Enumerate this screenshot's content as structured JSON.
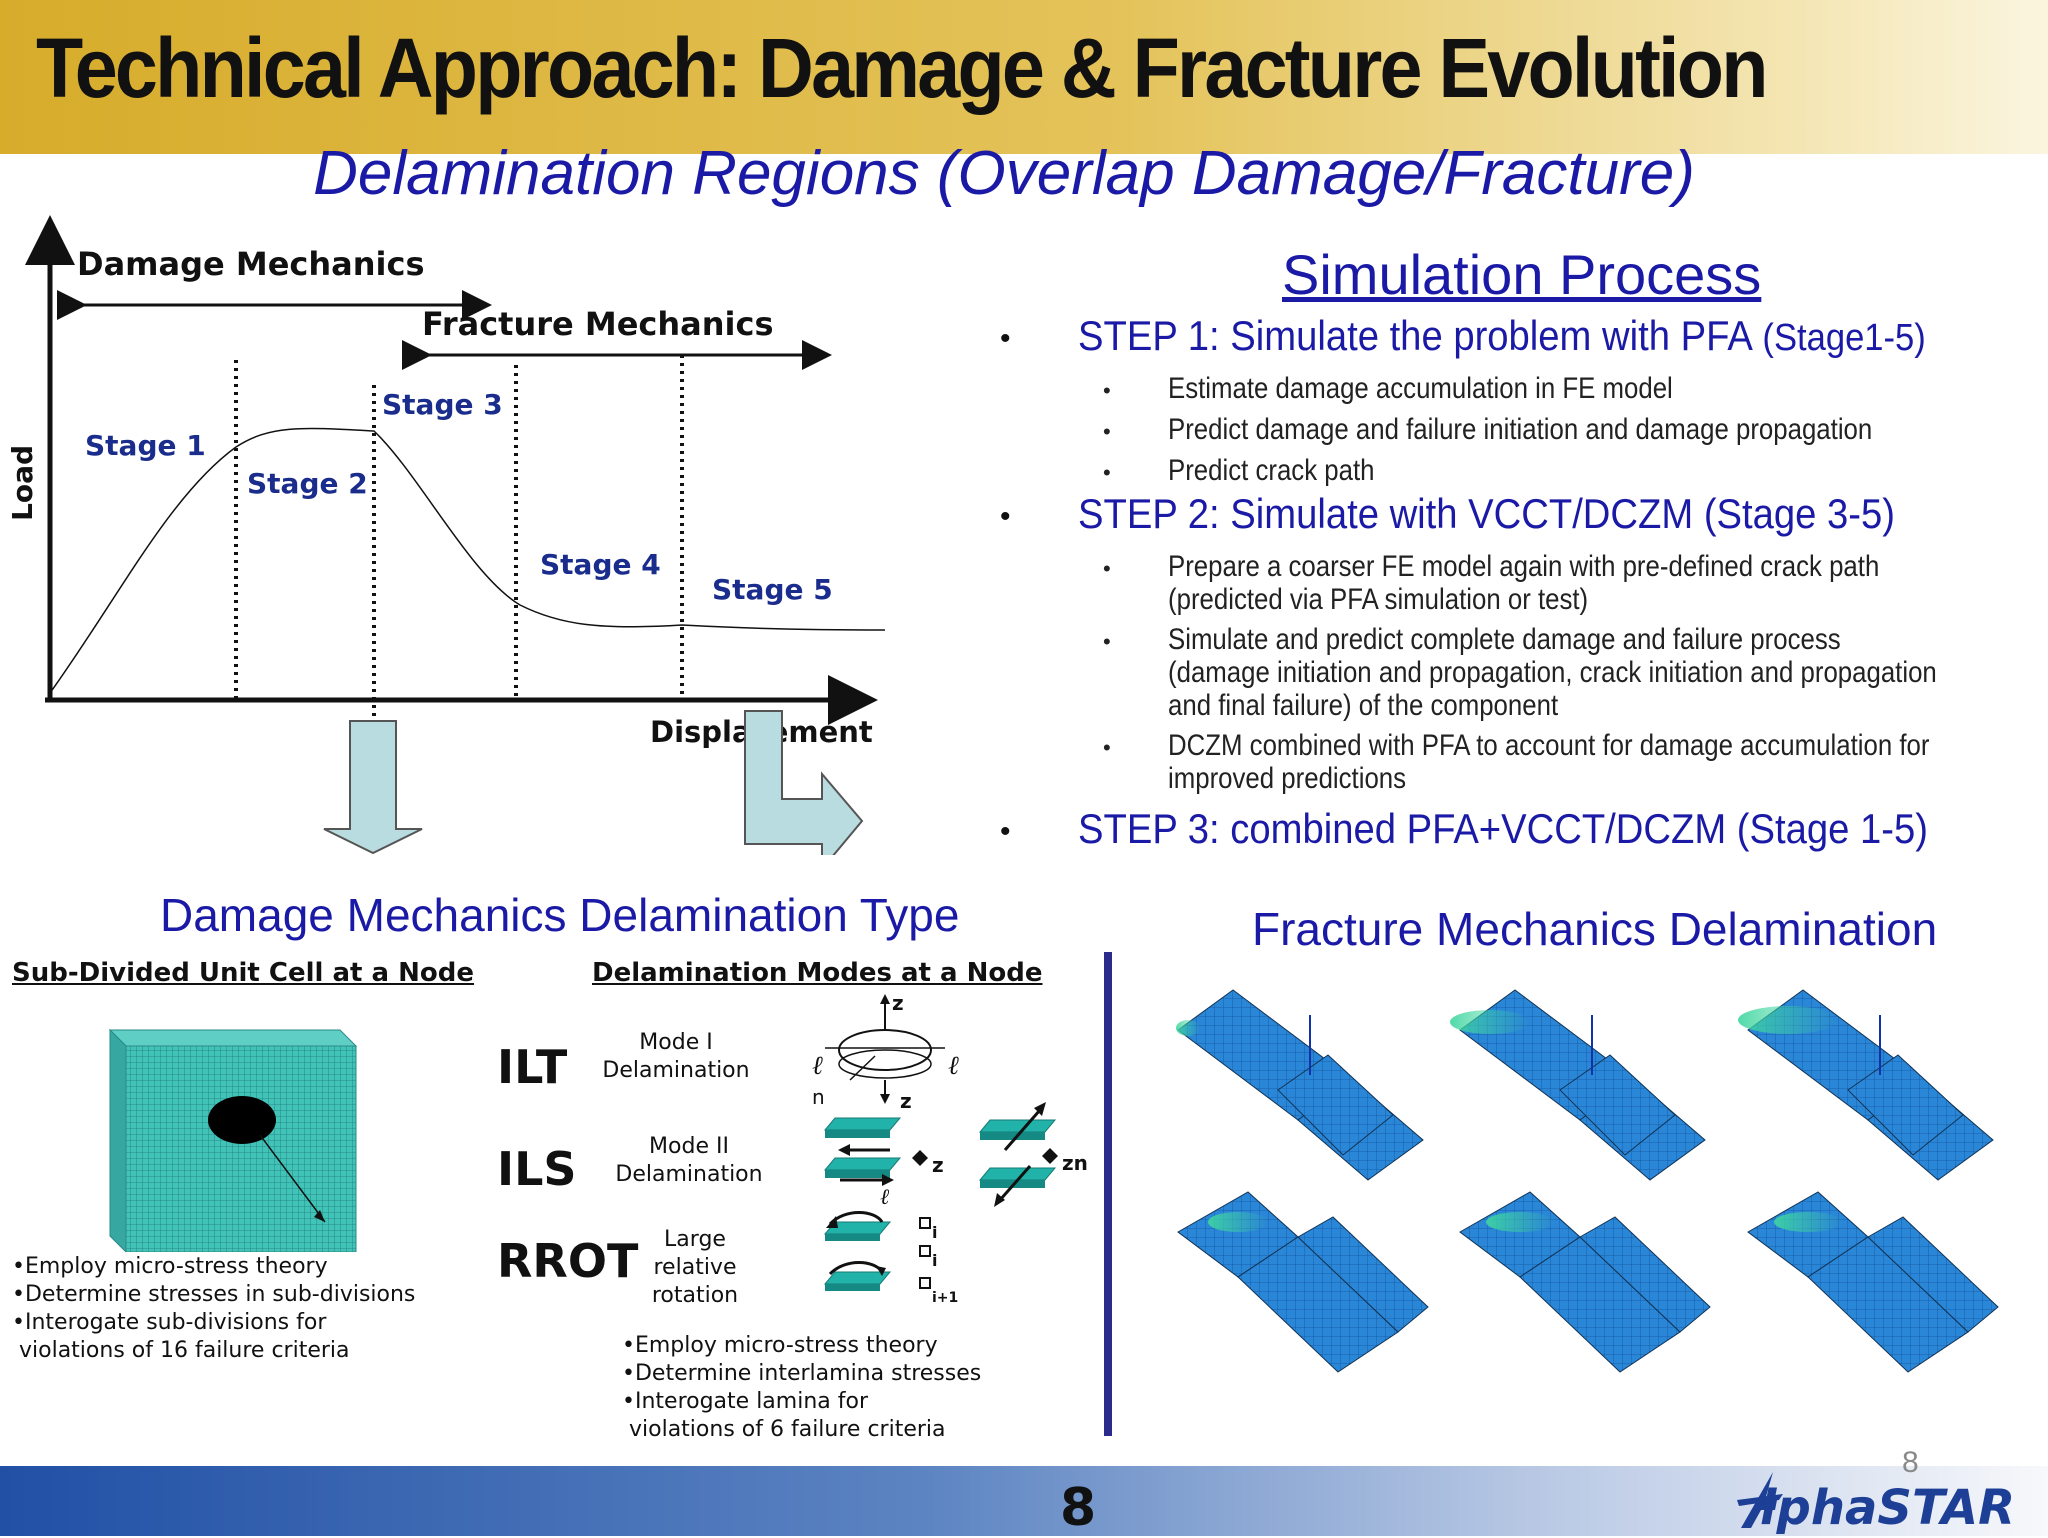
{
  "title": "Technical Approach: Damage & Fracture Evolution",
  "subtitle": "Delamination Regions (Overlap Damage/Fracture)",
  "graph": {
    "damage_mechanics": "Damage Mechanics",
    "fracture_mechanics": "Fracture Mechanics",
    "y_label": "Load",
    "x_label": "Displacement",
    "stages": [
      "Stage 1",
      "Stage 2",
      "Stage 3",
      "Stage 4",
      "Stage 5"
    ]
  },
  "simulation": {
    "title": "Simulation Process",
    "step1": {
      "head": "STEP 1: Simulate the problem with PFA",
      "tail": " (Stage1-5)",
      "items": [
        "Estimate damage accumulation in FE model",
        "Predict damage and failure initiation and damage propagation",
        "Predict crack path"
      ]
    },
    "step2": {
      "head": "STEP 2: Simulate with VCCT/DCZM (Stage 3-5)",
      "items": [
        "Prepare a coarser FE model again with pre-defined crack path (predicted via PFA simulation or test)",
        "Simulate and predict complete damage and failure process (damage initiation and propagation, crack initiation and propagation and final failure) of the component",
        "DCZM  combined with PFA to account for damage accumulation for improved predictions"
      ]
    },
    "step3": {
      "head": "STEP 3: combined PFA+VCCT/DCZM  (Stage 1-5)"
    }
  },
  "damage_section": {
    "title": "Damage Mechanics Delamination Type",
    "header_left": "Sub-Divided Unit Cell at a Node",
    "header_right": "Delamination Modes at a Node",
    "modes": [
      {
        "abbr": "ILT",
        "desc": "Mode I\nDelamination"
      },
      {
        "abbr": "ILS",
        "desc": "Mode II\nDelamination"
      },
      {
        "abbr": "RROT",
        "desc": "Large\nrelative\nrotation"
      }
    ],
    "notes_left": "•Employ micro-stress theory\n•Determine stresses in sub-divisions\n•Interogate sub-divisions for\n violations of 16 failure criteria",
    "notes_right": "•Employ micro-stress theory\n•Determine interlamina stresses\n•Interogate lamina for\n violations of 6 failure criteria",
    "axis_labels": [
      "z",
      "ℓ",
      "ℓ",
      "n",
      "z",
      "z",
      "ℓ",
      "zn",
      "i",
      "i",
      "i+1"
    ]
  },
  "fracture_section": {
    "title": "Fracture  Mechanics Delamination"
  },
  "footer": {
    "page_number": "8",
    "corner_number": "8",
    "logo": "AlphaSTAR"
  },
  "colors": {
    "title_text": "#1a1aa6",
    "gold": "#d7ac2b",
    "arrow_fill": "#b8dce0",
    "mesh": "#1f7fd0"
  }
}
